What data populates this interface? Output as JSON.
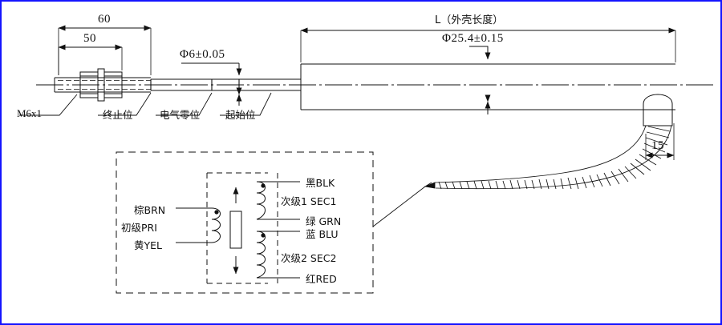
{
  "drawing": {
    "title": "LVDT displacement sensor outline and wiring diagram",
    "border_color": "#1414ff",
    "line_color": "#111111",
    "background": "#ffffff"
  },
  "dimensions": {
    "len_60": "60",
    "len_50": "50",
    "rod_dia": "Φ6±0.05",
    "body_len": "L（外壳长度）",
    "body_dia": "Φ25.4±0.15",
    "cable_15": "15"
  },
  "callouts": {
    "thread": "M6x1",
    "end_pos": "终止位",
    "electrical_zero": "电气零位",
    "start_pos": "起始位"
  },
  "wiring": {
    "primary": {
      "wire_top": "棕BRN",
      "name": "初级PRI",
      "wire_bottom": "黄YEL"
    },
    "secondary": {
      "blk": "黑BLK",
      "sec1": "次级1  SEC1",
      "grn": "绿 GRN",
      "blu": "蓝 BLU",
      "sec2": "次级2  SEC2",
      "red": "红RED"
    }
  }
}
